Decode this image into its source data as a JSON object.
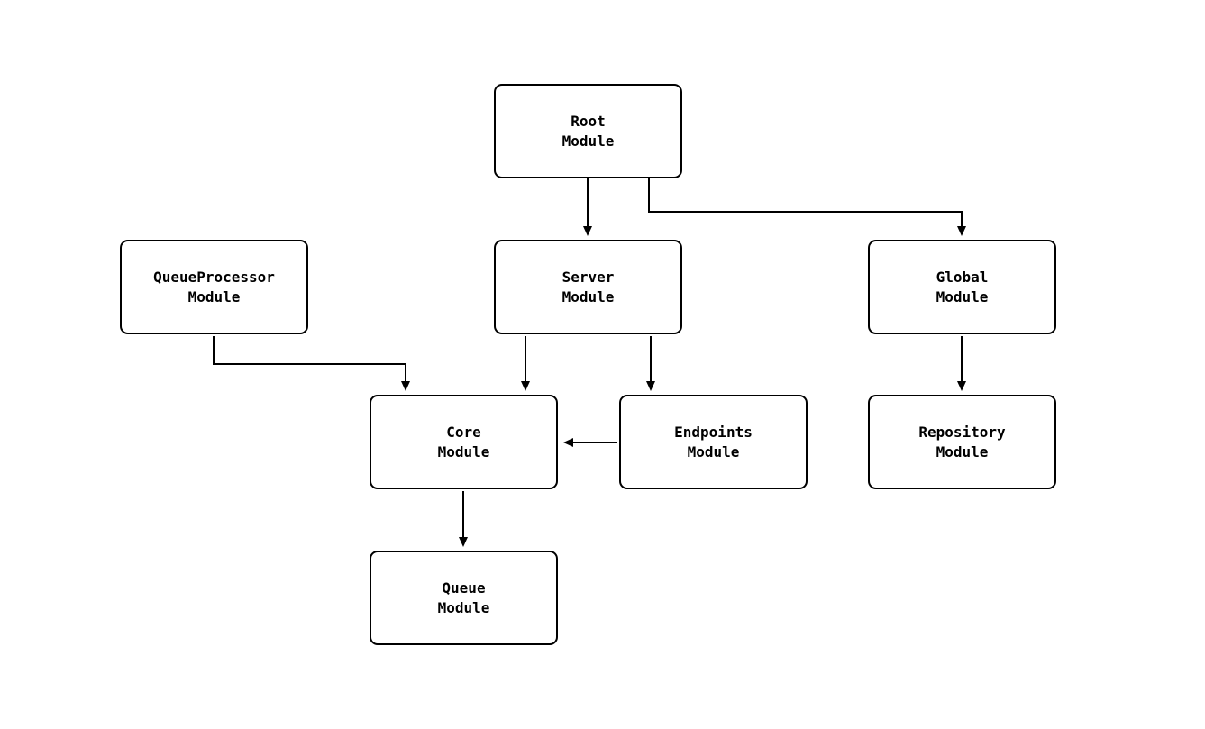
{
  "diagram": {
    "type": "dependency-graph",
    "nodes": {
      "root": {
        "label": "Root\nModule"
      },
      "server": {
        "label": "Server\nModule"
      },
      "global": {
        "label": "Global\nModule"
      },
      "queueprocessor": {
        "label": "QueueProcessor\nModule"
      },
      "core": {
        "label": "Core\nModule"
      },
      "endpoints": {
        "label": "Endpoints\nModule"
      },
      "repository": {
        "label": "Repository\nModule"
      },
      "queue": {
        "label": "Queue\nModule"
      }
    },
    "edges": [
      {
        "from": "Root Module",
        "to": "Server Module"
      },
      {
        "from": "Root Module",
        "to": "Global Module"
      },
      {
        "from": "QueueProcessor Module",
        "to": "Core Module"
      },
      {
        "from": "Server Module",
        "to": "Core Module"
      },
      {
        "from": "Server Module",
        "to": "Endpoints Module"
      },
      {
        "from": "Endpoints Module",
        "to": "Core Module"
      },
      {
        "from": "Global Module",
        "to": "Repository Module"
      },
      {
        "from": "Core Module",
        "to": "Queue Module"
      }
    ],
    "colors": {
      "node_border": "#000000",
      "node_fill": "#ffffff",
      "edge": "#000000",
      "background": "#ffffff"
    }
  }
}
